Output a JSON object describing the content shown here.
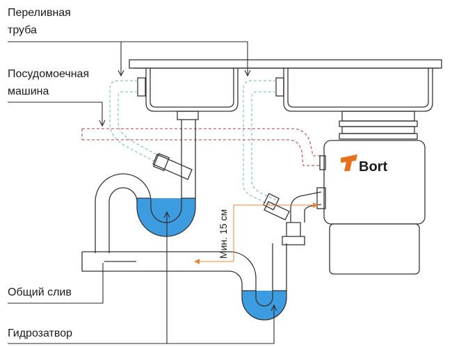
{
  "labels": {
    "overflow_pipe": [
      "Переливная",
      "труба"
    ],
    "dishwasher": [
      "Посудомоечная",
      "машина"
    ],
    "common_drain": "Общий слив",
    "water_seal": "Гидрозатвор",
    "min_height": "Мин. 15 см"
  },
  "brand": {
    "name": "Bort",
    "logo_color": "#e6711c"
  },
  "colors": {
    "water": "#3d9be0",
    "overflow_dash": "#8cc4d6",
    "dishwasher_dash": "#c0645a",
    "dimension": "#e6843a"
  }
}
